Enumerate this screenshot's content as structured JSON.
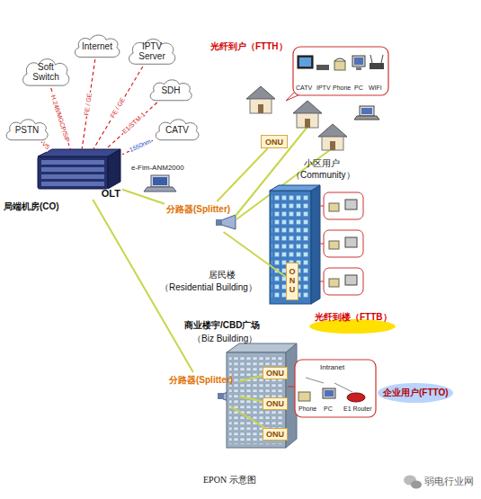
{
  "diagram": {
    "caption": "EPON 示意图",
    "nodes": [
      {
        "text": [
          "Internet"
        ]
      },
      {
        "text": [
          "IPTV Server"
        ]
      },
      {
        "text": [
          "Soft Switch"
        ]
      },
      {
        "text": [
          "SDH"
        ]
      },
      {
        "text": [
          "PSTN"
        ]
      },
      {
        "text": [
          "CATV"
        ]
      },
      {
        "text": [
          "OLT"
        ]
      },
      {
        "text": [
          "分路器(Splitter)"
        ]
      },
      {
        "text": [
          "ONU"
        ]
      },
      {
        "text": [
          "ONU"
        ]
      },
      {
        "text": [
          "分路器(Splitter)"
        ]
      },
      {
        "text": [
          "ONU"
        ]
      },
      {
        "text": [
          "ONU"
        ]
      },
      {
        "text": [
          "ONU"
        ]
      }
    ],
    "edges": [
      {
        "from": 0,
        "to": 6,
        "arrow": "none",
        "label": "FE / GE"
      },
      {
        "from": 1,
        "to": 6,
        "arrow": "none",
        "label": "FE / GE"
      },
      {
        "from": 2,
        "to": 6,
        "arrow": "none",
        "label": "H.248/MGCP/SIP"
      },
      {
        "from": 3,
        "to": 6,
        "arrow": "none",
        "label": "E1/STM-1"
      },
      {
        "from": 4,
        "to": 6,
        "arrow": "none",
        "label": "V5"
      },
      {
        "from": 5,
        "to": 6,
        "arrow": "none",
        "label": "1550nm"
      },
      {
        "from": 6,
        "to": 7,
        "arrow": "none"
      },
      {
        "from": 7,
        "to": 8,
        "arrow": "none"
      },
      {
        "from": 7,
        "to": 9,
        "arrow": "none"
      },
      {
        "from": 6,
        "to": 10,
        "arrow": "none"
      },
      {
        "from": 10,
        "to": 11,
        "arrow": "none"
      },
      {
        "from": 10,
        "to": 12,
        "arrow": "none"
      },
      {
        "from": 10,
        "to": 13,
        "arrow": "none"
      }
    ],
    "labels": [
      "e-Fim-ANM2000",
      "局端机房(CO)",
      "光纤到户（FTTH）",
      "CATV",
      "IPTV",
      "Phone",
      "PC",
      "WIFI",
      "小区用户",
      "（Community）",
      "居民楼",
      "（Residential Building）",
      "光纤到楼（FTTB）",
      "商业楼宇/CBD广场",
      "（Biz Building）",
      "Intranet",
      "Phone",
      "PC",
      "E1 Router",
      "企业用户(FTTO)",
      "弱电行业网"
    ]
  }
}
